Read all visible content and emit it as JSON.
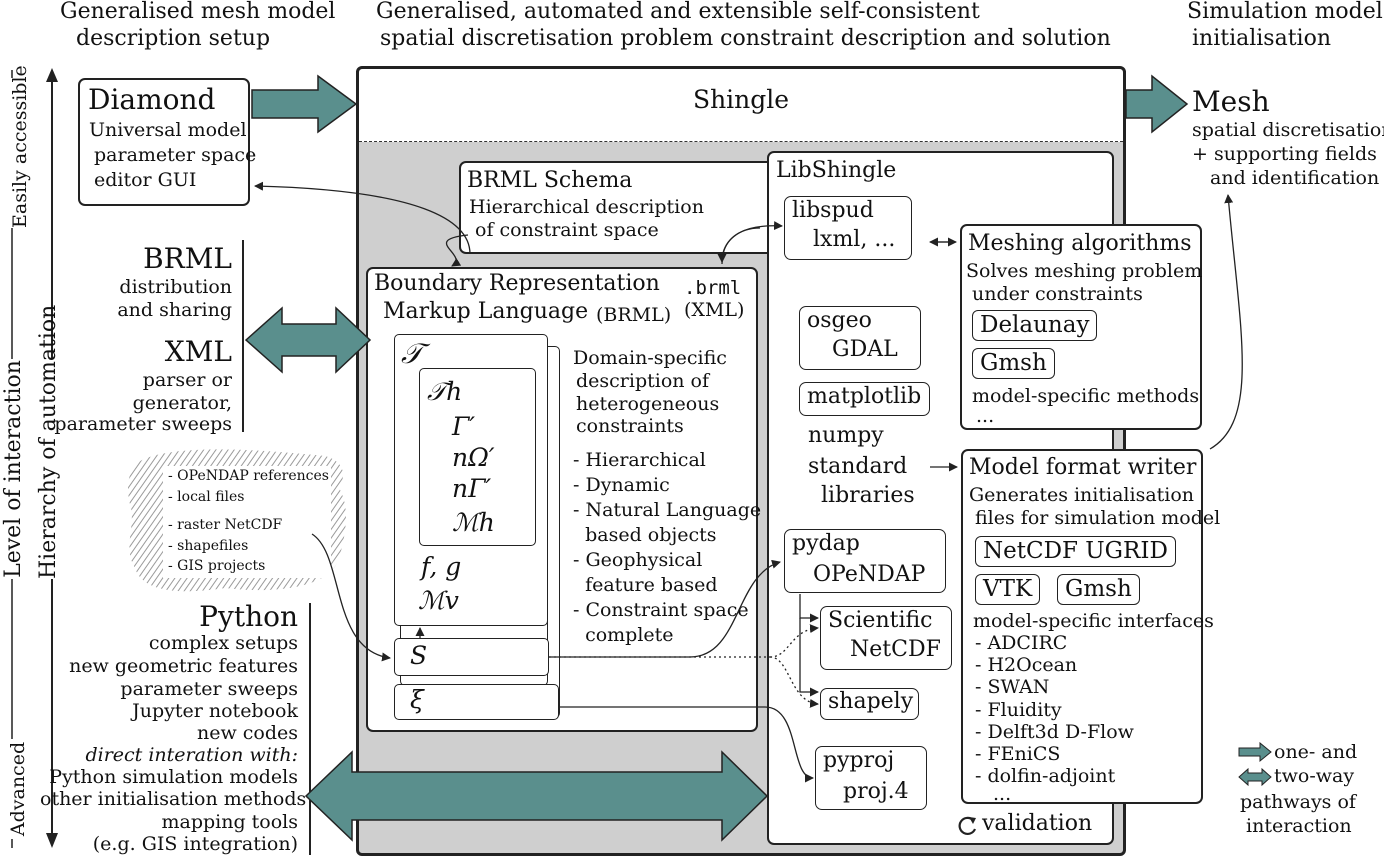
{
  "headers": {
    "col1": [
      "Generalised mesh model",
      "description setup"
    ],
    "col2": [
      "Generalised, automated and extensible self-consistent",
      "spatial discretisation problem constraint description and solution"
    ],
    "col3": [
      "Simulation model",
      "initialisation"
    ]
  },
  "axis": {
    "level": "Level of interaction",
    "hierarchy": "Hierarchy of automation",
    "top": "Easily accessible",
    "bottom": "Advanced"
  },
  "diamond": {
    "title": "Diamond",
    "desc": [
      "Universal model",
      "parameter space",
      "editor GUI"
    ]
  },
  "brml_side": {
    "title": "BRML",
    "desc": [
      "distribution",
      "and sharing"
    ],
    "xml_title": "XML",
    "xml_desc": [
      "parser or",
      "generator,",
      "parameter sweeps"
    ]
  },
  "cloud": {
    "items": [
      "- OPeNDAP references",
      "- local files",
      "- raster NetCDF",
      "- shapefiles",
      "- GIS projects"
    ]
  },
  "python": {
    "title": "Python",
    "items": [
      "complex setups",
      "new geometric features",
      "parameter sweeps",
      "Jupyter notebook",
      "new codes"
    ],
    "direct_label": "direct interation with:",
    "direct_items": [
      "Python simulation models",
      "other initialisation methods",
      "mapping tools",
      "(e.g. GIS integration)"
    ]
  },
  "shingle": {
    "title": "Shingle",
    "schema_title": "BRML Schema",
    "schema_desc": [
      "Hierarchical description",
      "of constraint space"
    ],
    "brml_title": [
      "Boundary Representation",
      "Markup Language"
    ],
    "brml_abbr": "(BRML)",
    "brml_ext": ".brml",
    "brml_xml": "(XML)",
    "symbols": {
      "T": "𝒯",
      "Th": "𝒯h",
      "Gamma": "Γ′",
      "nOmega": "nΩ′",
      "nGamma": "nΓ′",
      "Mh": "ℳh",
      "fg": "f, g",
      "Mv": "ℳv",
      "S": "S",
      "xi": "ξ"
    },
    "domain_desc": [
      "Domain-specific",
      "description of",
      "heterogeneous",
      "constraints"
    ],
    "features": [
      "- Hierarchical",
      "- Dynamic",
      "- Natural Language",
      "  based objects",
      "- Geophysical",
      "  feature based",
      "- Constraint space",
      "  complete"
    ]
  },
  "libshingle": {
    "title": "LibShingle",
    "libspud": [
      "libspud",
      "lxml, ..."
    ],
    "osgeo": [
      "osgeo",
      "GDAL"
    ],
    "matplotlib": "matplotlib",
    "numpy": [
      "numpy",
      "standard",
      "libraries"
    ],
    "pydap": [
      "pydap",
      "OPeNDAP"
    ],
    "scientific": [
      "Scientific",
      "NetCDF"
    ],
    "shapely": "shapely",
    "pyproj": [
      "pyproj",
      "proj.4"
    ],
    "validation": "validation",
    "validation_icon": "refresh-icon"
  },
  "meshing": {
    "title": "Meshing algorithms",
    "desc": [
      "Solves meshing problem",
      "under constraints"
    ],
    "tags": [
      "Delaunay",
      "Gmsh"
    ],
    "more": [
      "model-specific methods",
      "..."
    ]
  },
  "writer": {
    "title": "Model format writer",
    "desc": [
      "Generates initialisation",
      "files for simulation model"
    ],
    "tags": [
      "NetCDF UGRID",
      "VTK",
      "Gmsh"
    ],
    "interfaces_label": "model-specific interfaces",
    "interfaces": [
      "- ADCIRC",
      "- H2Ocean",
      "- SWAN",
      "- Fluidity",
      "- Delft3d D-Flow",
      "- FEniCS",
      "- dolfin-adjoint",
      "..."
    ]
  },
  "mesh": {
    "title": "Mesh",
    "desc": [
      "spatial discretisations",
      "+ supporting fields",
      "and identification"
    ]
  },
  "legend": {
    "one_way": "one- and",
    "two_way": "two-way",
    "pathways": [
      "pathways of",
      "interaction"
    ]
  },
  "colors": {
    "arrow_fill": "#5a8f8d",
    "panel_gray": "#cfcfcf",
    "line": "#222222"
  }
}
